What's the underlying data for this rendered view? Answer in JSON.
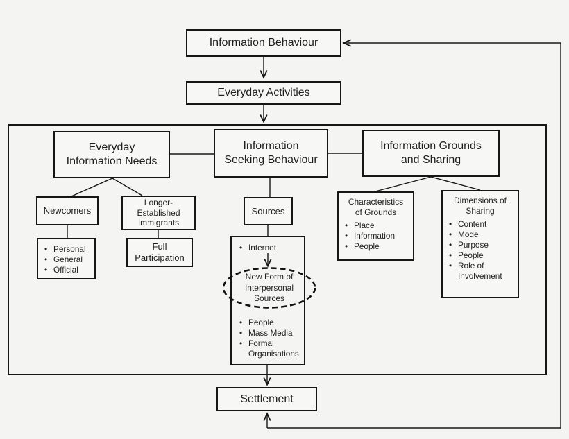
{
  "colors": {
    "background": "#f4f4f2",
    "box_fill": "#f7f7f6",
    "line": "#161616"
  },
  "nodes": {
    "information_behaviour": "Information Behaviour",
    "everyday_activities": "Everyday Activities",
    "everyday_information_needs": "Everyday\nInformation Needs",
    "information_seeking_behaviour": "Information\nSeeking Behaviour",
    "information_grounds_and_sharing": "Information Grounds\nand Sharing",
    "newcomers": "Newcomers",
    "longer_established_immigrants": "Longer-\nEstablished\nImmigrants",
    "full_participation": "Full\nParticipation",
    "sources": "Sources",
    "new_form_of_interpersonal_sources": "New Form of\nInterpersonal\nSources",
    "settlement": "Settlement"
  },
  "lists": {
    "newcomer_needs": [
      "Personal",
      "General",
      "Official"
    ],
    "source_first": [
      "Internet"
    ],
    "source_types": [
      "People",
      "Mass Media",
      "Formal Organisations"
    ],
    "characteristics_of_grounds": {
      "header": "Characteristics\nof Grounds",
      "items": [
        "Place",
        "Information",
        "People"
      ]
    },
    "dimensions_of_sharing": {
      "header": "Dimensions of\nSharing",
      "items": [
        "Content",
        "Mode",
        "Purpose",
        "People",
        "Role of Involvement"
      ]
    }
  }
}
